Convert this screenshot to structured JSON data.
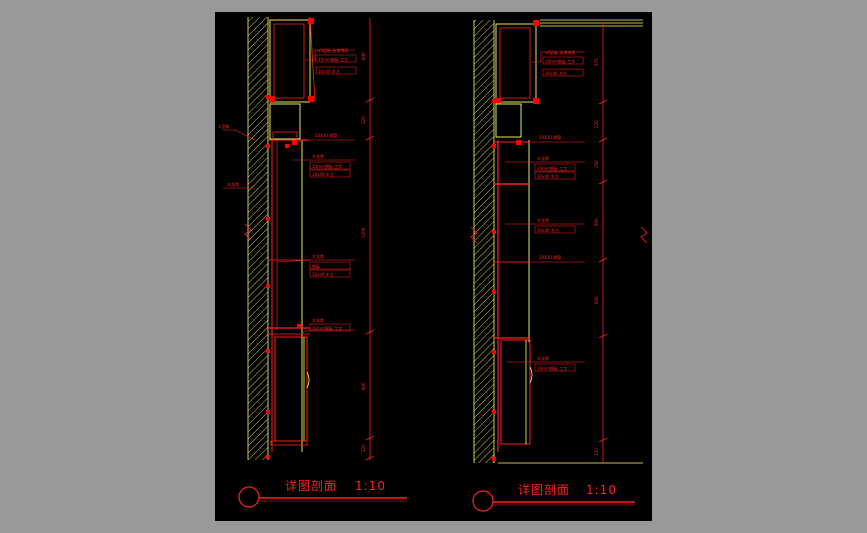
{
  "colors": {
    "background": "#000000",
    "frame": "#9a9a9a",
    "primary_line": "#ff0000",
    "accent_line": "#ffff66",
    "hatch": "#ffff66"
  },
  "sections": [
    {
      "title": "详图剖面",
      "scale": "1:10",
      "dimensions": [
        "840",
        "220",
        "1200",
        "600",
        "120"
      ],
      "side_callouts": [
        "L型钢",
        "木龙骨"
      ],
      "notes": [
        {
          "lines": [
            "a5层板 油漆饰面",
            "10mm钢板 工字",
            "30x40 木方"
          ]
        },
        {
          "lines": [
            "20X20 钢管"
          ]
        },
        {
          "lines": [
            "木龙骨",
            "10mm钢板 工字",
            "30x40 木方"
          ]
        },
        {
          "lines": [
            "木龙骨",
            "钢板",
            "30x40 木方"
          ]
        },
        {
          "lines": [
            "木龙骨",
            "10mm钢板 工字"
          ]
        }
      ]
    },
    {
      "title": "详图剖面",
      "scale": "1:10",
      "dimensions": [
        "570",
        "220",
        "250",
        "600",
        "600",
        "120"
      ],
      "side_callouts": [],
      "notes": [
        {
          "lines": [
            "a5层板 油漆饰面",
            "10mm钢板 工字",
            "30x40 木方"
          ]
        },
        {
          "lines": [
            "20X20 钢管"
          ]
        },
        {
          "lines": [
            "木龙骨",
            "10mm钢板 工字",
            "30x40 木方"
          ]
        },
        {
          "lines": [
            "木龙骨",
            "30x40 木方"
          ]
        },
        {
          "lines": [
            "20X20 钢管"
          ]
        },
        {
          "lines": [
            "木龙骨",
            "10mm钢板 工字"
          ]
        }
      ]
    }
  ]
}
